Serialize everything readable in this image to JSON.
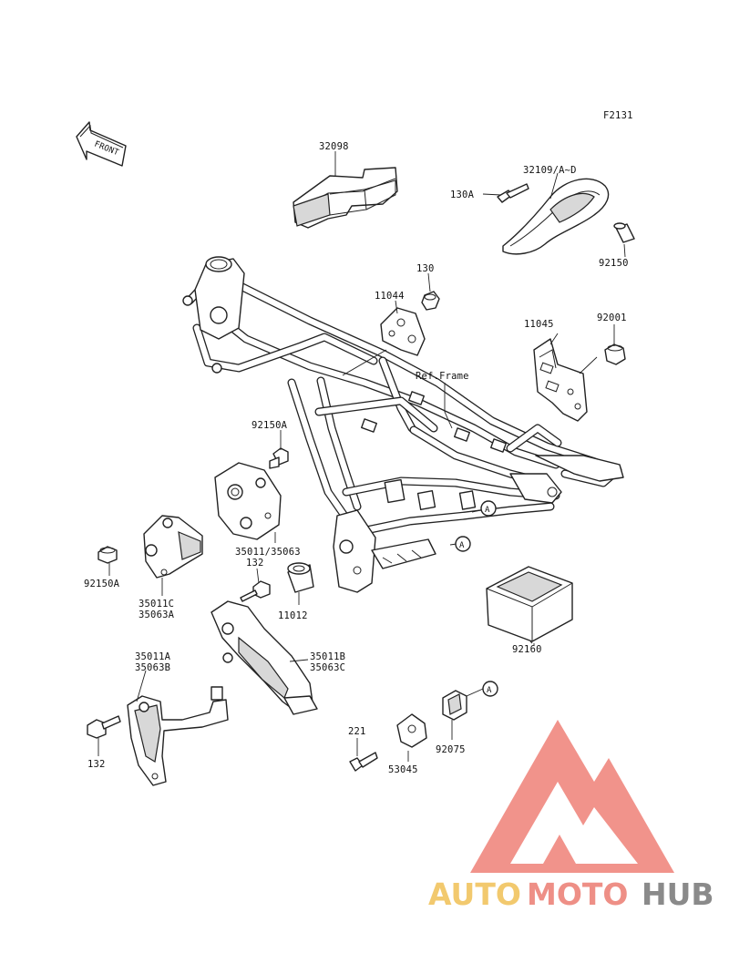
{
  "figure_code": "F2131",
  "front_arrow_text": "FRONT",
  "callouts": {
    "c32098": "32098",
    "c32109": "32109/A~D",
    "c130A": "130A",
    "c92150": "92150",
    "c130": "130",
    "c11044": "11044",
    "c11045": "11045",
    "c92001": "92001",
    "ref_frame": "Ref.Frame",
    "c92150A_top": "92150A",
    "c35011_35063": "35011/35063",
    "c92150A_left": "92150A",
    "c35011C": "35011C",
    "c35063A": "35063A",
    "c132_mid": "132",
    "c11012": "11012",
    "c92160": "92160",
    "c35011A": "35011A",
    "c35063B": "35063B",
    "c35011B": "35011B",
    "c35063C": "35063C",
    "c132_low": "132",
    "c221": "221",
    "c53045": "53045",
    "c92075": "92075",
    "ref_a1": "A",
    "ref_a2": "A",
    "ref_a3": "A"
  },
  "watermark": {
    "part1": "AUTO",
    "part2": "MOTO",
    "part3": "HUB",
    "color1": "#f2c96e",
    "color2": "#ee8f86",
    "color3": "#8a8a8a",
    "logo_color": "#f08a82"
  }
}
